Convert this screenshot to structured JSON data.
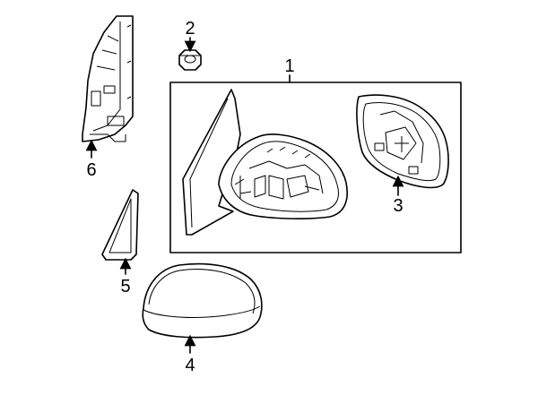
{
  "diagram": {
    "callouts": {
      "c1": "1",
      "c2": "2",
      "c3": "3",
      "c4": "4",
      "c5": "5",
      "c6": "6"
    }
  },
  "colors": {
    "line": "#000000",
    "background": "#ffffff"
  }
}
